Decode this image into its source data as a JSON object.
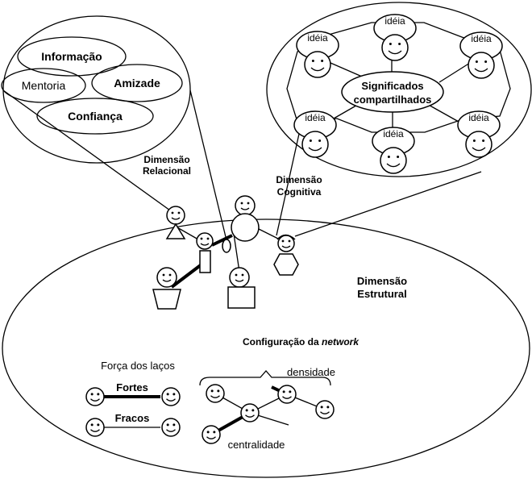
{
  "relational_bubble": {
    "items": [
      "Informação",
      "Mentoria",
      "Amizade",
      "Confiança"
    ]
  },
  "cognitive_bubble": {
    "idea_label": "idéia",
    "center_line1": "Significados",
    "center_line2": "compartilhados"
  },
  "labels": {
    "relational_line1": "Dimensão",
    "relational_line2": "Relacional",
    "cognitive_line1": "Dimensão",
    "cognitive_line2": "Cognitiva",
    "structural_line1": "Dimensão",
    "structural_line2": "Estrutural",
    "network_config_prefix": "Configuração da ",
    "network_config_emph": "network",
    "tie_strength": "Força dos laços",
    "strong": "Fortes",
    "weak": "Fracos",
    "density": "densidade",
    "centrality": "centralidade"
  }
}
